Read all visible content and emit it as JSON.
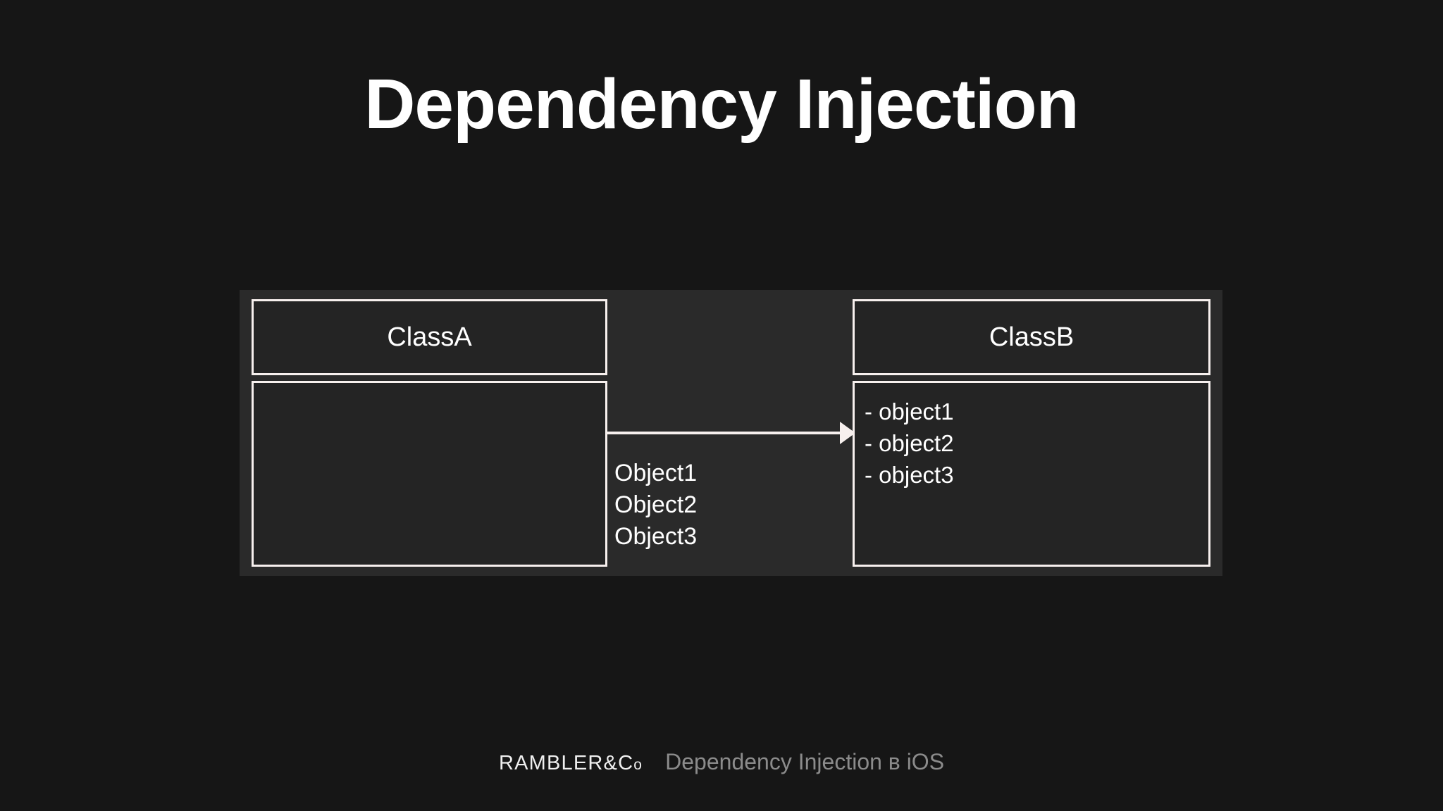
{
  "slide": {
    "title": "Dependency Injection",
    "background_color": "#161616"
  },
  "diagram": {
    "type": "uml-class-association",
    "container_background": "#2a2a2a",
    "box_fill": "#242424",
    "stroke_color": "#f7f0ee",
    "classes": [
      {
        "name": "ClassA",
        "members": []
      },
      {
        "name": "ClassB",
        "members": [
          "- object1",
          "- object2",
          "- object3"
        ]
      }
    ],
    "association": {
      "from": "ClassA",
      "to": "ClassB",
      "arrowhead": "solid-triangle",
      "direction": "right",
      "labels": [
        "Object1",
        "Object2",
        "Object3"
      ]
    }
  },
  "footer": {
    "logo_main": "RAMBLER&C",
    "logo_sub": "o",
    "subtitle": "Dependency Injection в iOS",
    "subtitle_color": "#8b8b8b"
  }
}
